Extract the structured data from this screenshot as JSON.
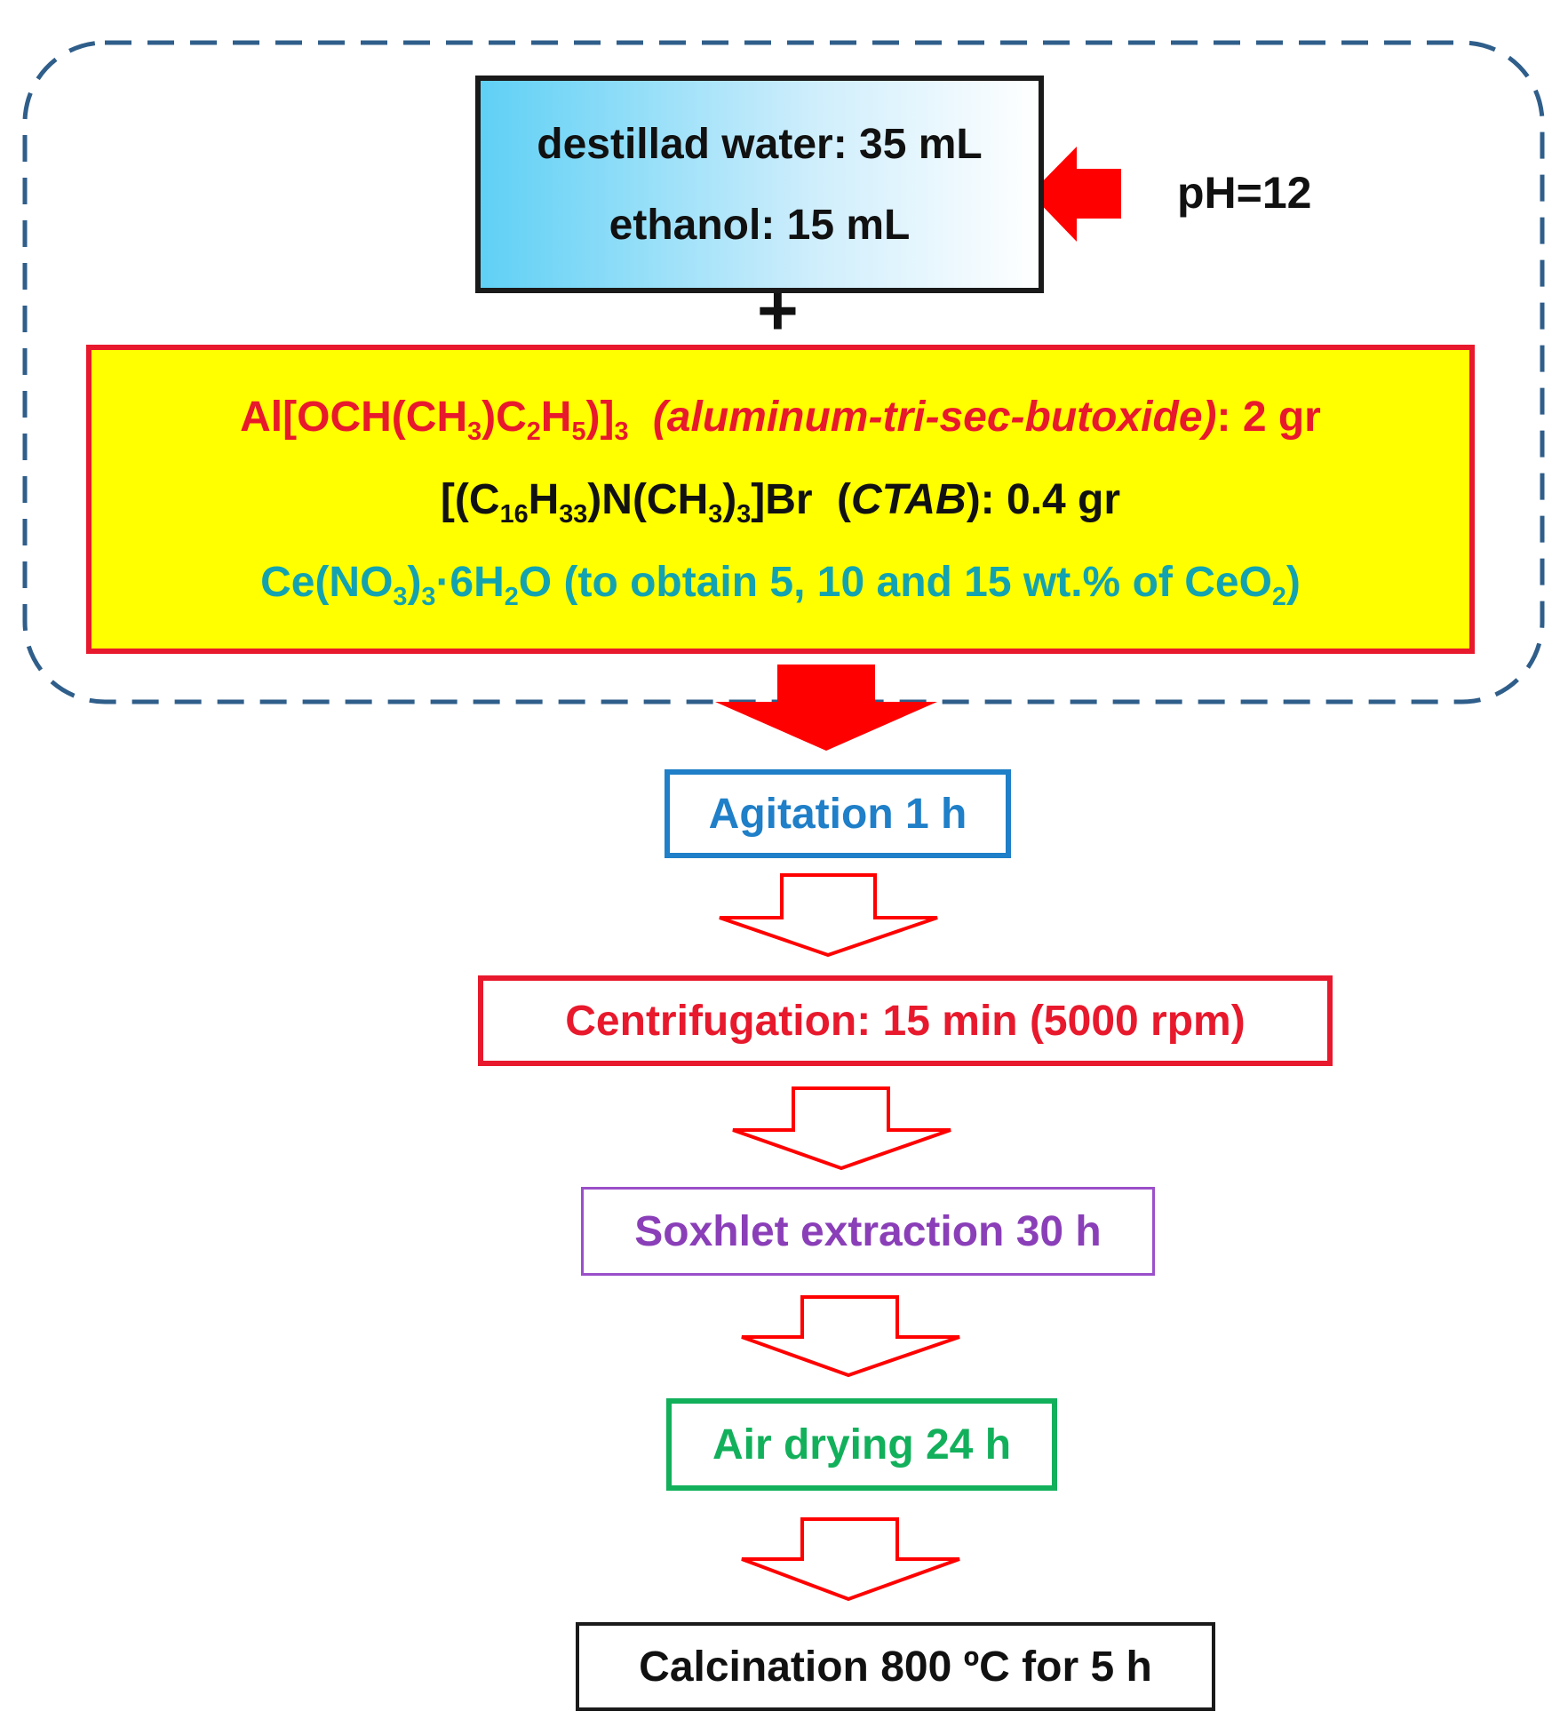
{
  "solvents": {
    "water": "destillad water: 35 mL",
    "ethanol": "ethanol: 15 mL"
  },
  "ph_label": "pH=12",
  "plus_sign": "+",
  "reagents": {
    "aluminum": {
      "formula_prefix": "Al[OCH(CH",
      "sub_a": "3",
      "formula_mid": ")C",
      "sub_b": "2",
      "formula_mid2": "H",
      "sub_c": "5",
      "formula_end": ")]",
      "sub_d": "3",
      "name": "(aluminum-tri-sec-butoxide)",
      "amount": ": 2 gr"
    },
    "ctab": {
      "formula_prefix": "[(C",
      "sub_a": "16",
      "formula_mid": "H",
      "sub_b": "33",
      "formula_mid2": ")N(CH",
      "sub_c": "3",
      "formula_mid3": ")",
      "sub_d": "3",
      "formula_end": "]Br",
      "name_open": "(",
      "name": "CTAB",
      "name_close": ")",
      "amount": ": 0.4 gr"
    },
    "cerium": {
      "formula_prefix": "Ce(NO",
      "sub_a": "3",
      "formula_mid": ")",
      "sub_b": "3",
      "formula_mid2": "·6H",
      "sub_c": "2",
      "formula_mid3": "O (to obtain 5, 10 and 15 wt.% of CeO",
      "sub_d": "2",
      "formula_end": ")"
    }
  },
  "steps": {
    "agitation": "Agitation 1 h",
    "centrifugation": "Centrifugation:  15 min (5000 rpm)",
    "soxhlet": "Soxhlet extraction 30 h",
    "drying": "Air drying 24 h",
    "calcination": "Calcination 800 ºC for 5 h"
  },
  "colors": {
    "arrow_red": "#ff0000",
    "dashed_border": "#2f5e8a",
    "reagent_box_fill": "#ffff00",
    "reagent_box_border": "#e8192c",
    "agitation": "#1f7fc8",
    "centrifugation": "#e8192c",
    "soxhlet": "#8a3fb8",
    "drying": "#12b05b",
    "calcination": "#111111"
  }
}
